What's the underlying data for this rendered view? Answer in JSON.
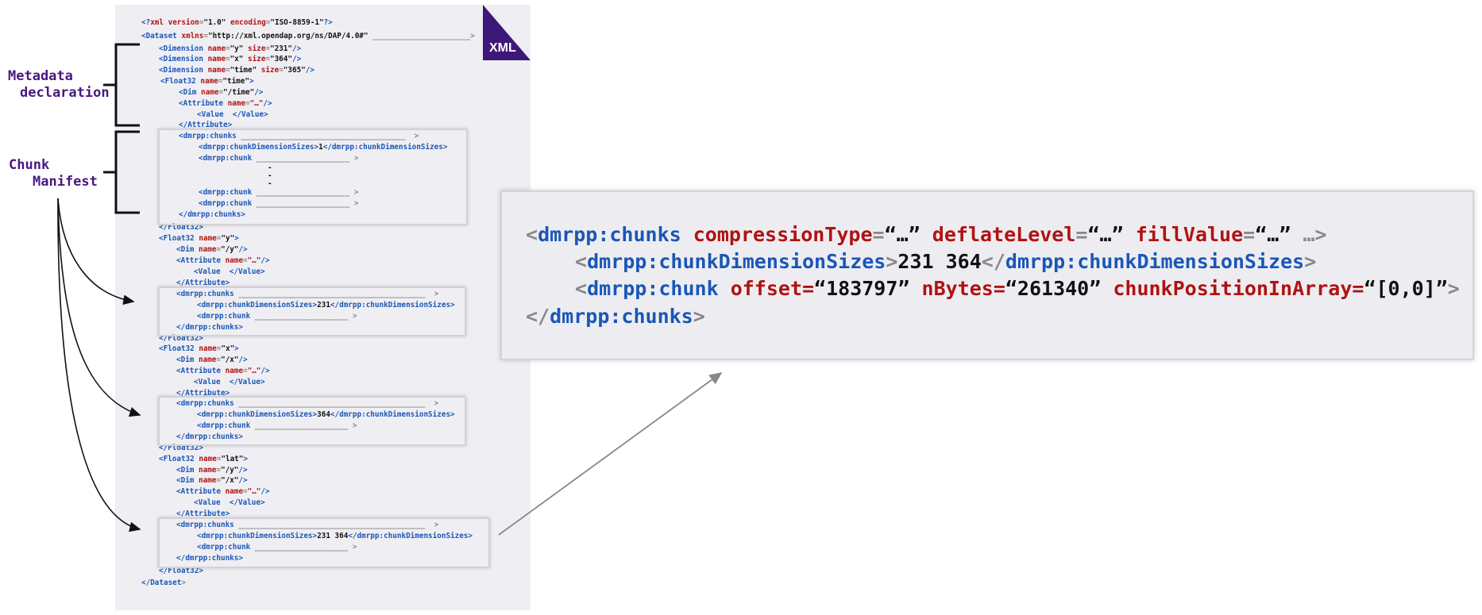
{
  "side_labels": {
    "metadata": [
      "Metadata",
      "declaration"
    ],
    "chunk": [
      "Chunk",
      "Manifest"
    ]
  },
  "badge": {
    "label": "XML",
    "color": "#3e1878"
  },
  "xml_lines": [
    [
      [
        "b",
        "<?"
      ],
      [
        "r",
        "xml "
      ],
      [
        "r",
        "version"
      ],
      [
        "g",
        "="
      ],
      [
        "k",
        "\"1.0\" "
      ],
      [
        "r",
        "encoding"
      ],
      [
        "g",
        "="
      ],
      [
        "k",
        "\"ISO-8859-1\""
      ],
      [
        "b",
        "?>"
      ]
    ],
    [
      [
        "b",
        "<Dataset "
      ],
      [
        "r",
        "xmlns"
      ],
      [
        "g",
        "="
      ],
      [
        "k",
        "\"http://xml.opendap.org/ns/DAP/4.0#\""
      ],
      [
        "g",
        " ______________________>"
      ]
    ],
    [
      [
        "b",
        "<Dimension "
      ],
      [
        "r",
        "name"
      ],
      [
        "g",
        "="
      ],
      [
        "k",
        "\"y\" "
      ],
      [
        "r",
        "size"
      ],
      [
        "g",
        "="
      ],
      [
        "k",
        "\"231\""
      ],
      [
        "b",
        "/>"
      ]
    ],
    [
      [
        "b",
        "<Dimension "
      ],
      [
        "r",
        "name"
      ],
      [
        "g",
        "="
      ],
      [
        "k",
        "\"x\" "
      ],
      [
        "r",
        "size"
      ],
      [
        "g",
        "="
      ],
      [
        "k",
        "\"364\""
      ],
      [
        "b",
        "/>"
      ]
    ],
    [
      [
        "b",
        "<Dimension "
      ],
      [
        "r",
        "name"
      ],
      [
        "g",
        "="
      ],
      [
        "k",
        "\"time\" "
      ],
      [
        "r",
        "size"
      ],
      [
        "g",
        "="
      ],
      [
        "k",
        "\"365\""
      ],
      [
        "b",
        "/>"
      ]
    ],
    [
      [
        "b",
        "<Float32 "
      ],
      [
        "r",
        "name"
      ],
      [
        "g",
        "="
      ],
      [
        "k",
        "\"time\""
      ],
      [
        "b",
        ">"
      ]
    ],
    [
      [
        "b",
        "<Dim "
      ],
      [
        "r",
        "name"
      ],
      [
        "g",
        "="
      ],
      [
        "k",
        "\"/time\""
      ],
      [
        "b",
        "/>"
      ]
    ],
    [
      [
        "b",
        "<Attribute "
      ],
      [
        "r",
        "name"
      ],
      [
        "g",
        "="
      ],
      [
        "r",
        "\"…\""
      ],
      [
        "b",
        "/>"
      ]
    ],
    [
      [
        "b",
        "<Value  "
      ],
      [
        "b",
        "</Value>"
      ]
    ],
    [
      [
        "b",
        "</Attribute>"
      ]
    ],
    [
      [
        "b",
        "<dmrpp:chunks "
      ],
      [
        "g",
        "_____________________________________  >"
      ]
    ],
    [
      [
        "b",
        "<dmrpp:chunkDimensionSizes>"
      ],
      [
        "k",
        "1"
      ],
      [
        "b",
        "</dmrpp:chunkDimensionSizes>"
      ]
    ],
    [
      [
        "b",
        "<dmrpp:chunk "
      ],
      [
        "g",
        "_____________________ >"
      ]
    ],
    [
      [
        "k",
        "-"
      ]
    ],
    [
      [
        "k",
        "-"
      ]
    ],
    [
      [
        "k",
        "-"
      ]
    ],
    [
      [
        "b",
        "<dmrpp:chunk "
      ],
      [
        "g",
        "_____________________ >"
      ]
    ],
    [
      [
        "b",
        "<dmrpp:chunk "
      ],
      [
        "g",
        "_____________________ >"
      ]
    ],
    [
      [
        "b",
        "</dmrpp:chunks>"
      ]
    ],
    [
      [
        "b",
        "</Float32>"
      ]
    ],
    [
      [
        "b",
        "<Float32 "
      ],
      [
        "r",
        "name"
      ],
      [
        "g",
        "="
      ],
      [
        "k",
        "\"y\""
      ],
      [
        "b",
        ">"
      ]
    ],
    [
      [
        "b",
        "<Dim "
      ],
      [
        "r",
        "name"
      ],
      [
        "g",
        "="
      ],
      [
        "k",
        "\"/y\""
      ],
      [
        "b",
        "/>"
      ]
    ],
    [
      [
        "b",
        "<Attribute "
      ],
      [
        "r",
        "name"
      ],
      [
        "g",
        "="
      ],
      [
        "r",
        "\"…\""
      ],
      [
        "b",
        "/>"
      ]
    ],
    [
      [
        "b",
        "<Value  "
      ],
      [
        "b",
        "</Value>"
      ]
    ],
    [
      [
        "b",
        "</Attribute>"
      ]
    ],
    [
      [
        "b",
        "<dmrpp:chunks "
      ],
      [
        "g",
        "__________________________________________  >"
      ]
    ],
    [
      [
        "b",
        "<dmrpp:chunkDimensionSizes>"
      ],
      [
        "k",
        "231"
      ],
      [
        "b",
        "</dmrpp:chunkDimensionSizes>"
      ]
    ],
    [
      [
        "b",
        "<dmrpp:chunk "
      ],
      [
        "g",
        "_____________________ >"
      ]
    ],
    [
      [
        "b",
        "</dmrpp:chunks>"
      ]
    ],
    [
      [
        "b",
        "</Float32>"
      ]
    ],
    [
      [
        "b",
        "<Float32 "
      ],
      [
        "r",
        "name"
      ],
      [
        "g",
        "="
      ],
      [
        "k",
        "\"x\""
      ],
      [
        "b",
        ">"
      ]
    ],
    [
      [
        "b",
        "<Dim "
      ],
      [
        "r",
        "name"
      ],
      [
        "g",
        "="
      ],
      [
        "k",
        "\"/x\""
      ],
      [
        "b",
        "/>"
      ]
    ],
    [
      [
        "b",
        "<Attribute "
      ],
      [
        "r",
        "name"
      ],
      [
        "g",
        "="
      ],
      [
        "r",
        "\"…\""
      ],
      [
        "b",
        "/>"
      ]
    ],
    [
      [
        "b",
        "<Value  "
      ],
      [
        "b",
        "</Value>"
      ]
    ],
    [
      [
        "b",
        "</Attribute>"
      ]
    ],
    [
      [
        "b",
        "<dmrpp:chunks "
      ],
      [
        "g",
        "__________________________________________  >"
      ]
    ],
    [
      [
        "b",
        "<dmrpp:chunkDimensionSizes>"
      ],
      [
        "k",
        "364"
      ],
      [
        "b",
        "</dmrpp:chunkDimensionSizes>"
      ]
    ],
    [
      [
        "b",
        "<dmrpp:chunk "
      ],
      [
        "g",
        "_____________________ >"
      ]
    ],
    [
      [
        "b",
        "</dmrpp:chunks>"
      ]
    ],
    [
      [
        "b",
        "</Float32>"
      ]
    ],
    [
      [
        "b",
        "<Float32 "
      ],
      [
        "r",
        "name"
      ],
      [
        "g",
        "="
      ],
      [
        "k",
        "\"lat\""
      ],
      [
        "b",
        ">"
      ]
    ],
    [
      [
        "b",
        "<Dim "
      ],
      [
        "r",
        "name"
      ],
      [
        "g",
        "="
      ],
      [
        "k",
        "\"/y\""
      ],
      [
        "b",
        "/>"
      ]
    ],
    [
      [
        "b",
        "<Dim "
      ],
      [
        "r",
        "name"
      ],
      [
        "g",
        "="
      ],
      [
        "k",
        "\"/x\""
      ],
      [
        "b",
        "/>"
      ]
    ],
    [
      [
        "b",
        "<Attribute "
      ],
      [
        "r",
        "name"
      ],
      [
        "g",
        "="
      ],
      [
        "r",
        "\"…\""
      ],
      [
        "b",
        "/>"
      ]
    ],
    [
      [
        "b",
        "<Value  "
      ],
      [
        "b",
        "</Value>"
      ]
    ],
    [
      [
        "b",
        "</Attribute>"
      ]
    ],
    [
      [
        "b",
        "<dmrpp:chunks "
      ],
      [
        "g",
        "__________________________________________  >"
      ]
    ],
    [
      [
        "b",
        "<dmrpp:chunkDimensionSizes>"
      ],
      [
        "k",
        "231 364"
      ],
      [
        "b",
        "</dmrpp:chunkDimensionSizes>"
      ]
    ],
    [
      [
        "b",
        "<dmrpp:chunk "
      ],
      [
        "g",
        "_____________________ >"
      ]
    ],
    [
      [
        "b",
        "</dmrpp:chunks>"
      ]
    ],
    [
      [
        "b",
        "</Float32>"
      ]
    ],
    [
      [
        "b",
        "</Dataset"
      ],
      [
        "g",
        ">"
      ]
    ]
  ],
  "zoom_lines": [
    [
      [
        "g",
        "<"
      ],
      [
        "b",
        "dmrpp:chunks "
      ],
      [
        "r",
        "compressionType"
      ],
      [
        "g",
        "="
      ],
      [
        "k",
        "“…” "
      ],
      [
        "r",
        "deflateLevel"
      ],
      [
        "g",
        "="
      ],
      [
        "k",
        "“…” "
      ],
      [
        "r",
        "fillValue"
      ],
      [
        "g",
        "="
      ],
      [
        "k",
        "“…” "
      ],
      [
        "g",
        "…>"
      ]
    ],
    [
      [
        "g",
        "<"
      ],
      [
        "b",
        "dmrpp:chunkDimensionSizes"
      ],
      [
        "g",
        ">"
      ],
      [
        "k",
        "231 364"
      ],
      [
        "g",
        "</"
      ],
      [
        "b",
        "dmrpp:chunkDimensionSizes"
      ],
      [
        "g",
        ">"
      ]
    ],
    [
      [
        "g",
        "<"
      ],
      [
        "b",
        "dmrpp:chunk "
      ],
      [
        "r",
        "offset="
      ],
      [
        "k",
        "“183797” "
      ],
      [
        "r",
        "nBytes="
      ],
      [
        "k",
        "“261340” "
      ],
      [
        "r",
        "chunkPositionInArray="
      ],
      [
        "k",
        "“[0,0]”"
      ],
      [
        "g",
        ">"
      ]
    ],
    [
      [
        "g",
        "</"
      ],
      [
        "b",
        "dmrpp:chunks"
      ],
      [
        "g",
        ">"
      ]
    ]
  ]
}
